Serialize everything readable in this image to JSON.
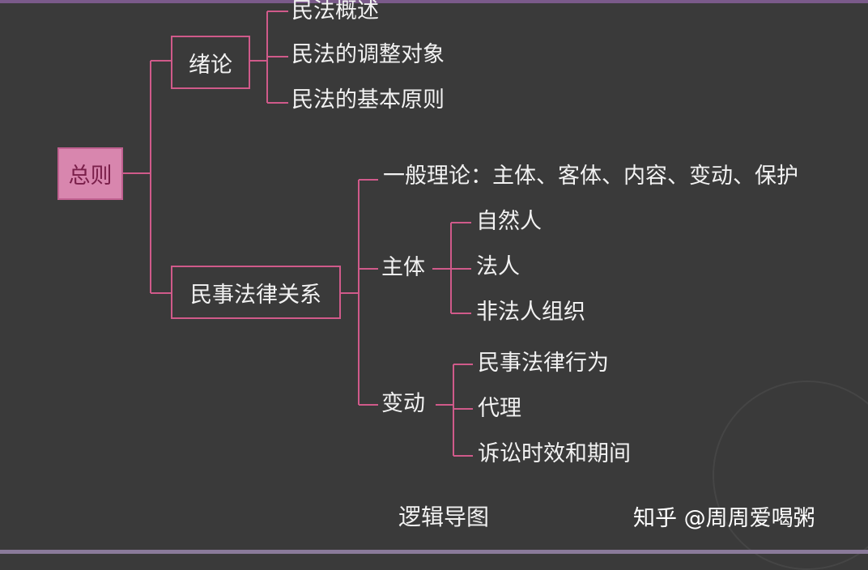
{
  "root": {
    "label": "总则"
  },
  "intro": {
    "label": "绪论",
    "items": [
      "民法概述",
      "民法的调整对象",
      "民法的基本原则"
    ]
  },
  "relation": {
    "label": "民事法律关系",
    "general": "一般理论：主体、客体、内容、变动、保护",
    "subject": {
      "label": "主体",
      "items": [
        "自然人",
        "法人",
        "非法人组织"
      ]
    },
    "change": {
      "label": "变动",
      "items": [
        "民事法律行为",
        "代理",
        "诉讼时效和期间"
      ]
    }
  },
  "caption": "逻辑导图",
  "watermark": "知乎 @周周爱喝粥",
  "colors": {
    "background": "#3a3a3a",
    "line": "#d05a8a",
    "root_fill": "#d886ae",
    "text": "#f2f2f2"
  }
}
